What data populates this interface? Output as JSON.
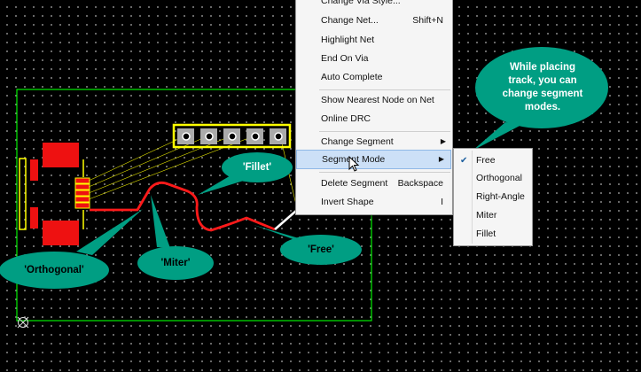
{
  "context_menu": {
    "items": [
      {
        "label": "Change Via Style...",
        "shortcut": ""
      },
      {
        "label": "Change Net...",
        "shortcut": "Shift+N"
      },
      {
        "label": "Highlight Net",
        "shortcut": ""
      },
      {
        "label": "End On Via",
        "shortcut": ""
      },
      {
        "label": "Auto Complete",
        "shortcut": ""
      },
      {
        "label": "Show Nearest Node on Net",
        "shortcut": ""
      },
      {
        "label": "Online DRC",
        "shortcut": ""
      },
      {
        "label": "Change Segment",
        "shortcut": ""
      },
      {
        "label": "Segment Mode",
        "shortcut": ""
      },
      {
        "label": "Delete Segment",
        "shortcut": "Backspace"
      },
      {
        "label": "Invert Shape",
        "shortcut": "I"
      }
    ]
  },
  "segment_mode_submenu": {
    "items": [
      {
        "label": "Free",
        "checked": true
      },
      {
        "label": "Orthogonal",
        "checked": false
      },
      {
        "label": "Right-Angle",
        "checked": false
      },
      {
        "label": "Miter",
        "checked": false
      },
      {
        "label": "Fillet",
        "checked": false
      }
    ]
  },
  "callouts": {
    "info": "While placing track, you can change segment modes.",
    "fillet": "'Fillet'",
    "free": "'Free'",
    "orthogonal": "'Orthogonal'",
    "miter": "'Miter'"
  },
  "colors": {
    "callout_teal": "#009e83",
    "track_red": "#ff1a1a",
    "board_outline": "#00ee00",
    "pad_yellow": "#ffff00",
    "menu_highlight": "#cce0f7"
  }
}
